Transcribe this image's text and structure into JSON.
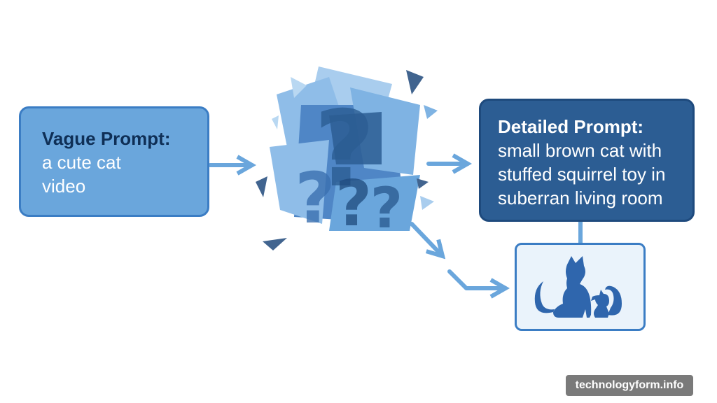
{
  "vague": {
    "heading": "Vague Prompt:",
    "lines": [
      "a cute cat",
      "video"
    ]
  },
  "detailed": {
    "heading": "Detailed Prompt:",
    "lines": [
      "small brown cat with",
      "stuffed squirrel toy in",
      "suberran living room"
    ]
  },
  "result": {
    "icons": [
      "cat-icon",
      "squirrel-icon"
    ]
  },
  "confusion": {
    "icon": "question-marks-icon"
  },
  "watermark": "technologyform.info",
  "colors": {
    "vague_fill": "#6aa6dc",
    "detailed_fill": "#2c5d93",
    "arrow": "#6aa6dc",
    "icon_blue": "#2f66ad"
  }
}
